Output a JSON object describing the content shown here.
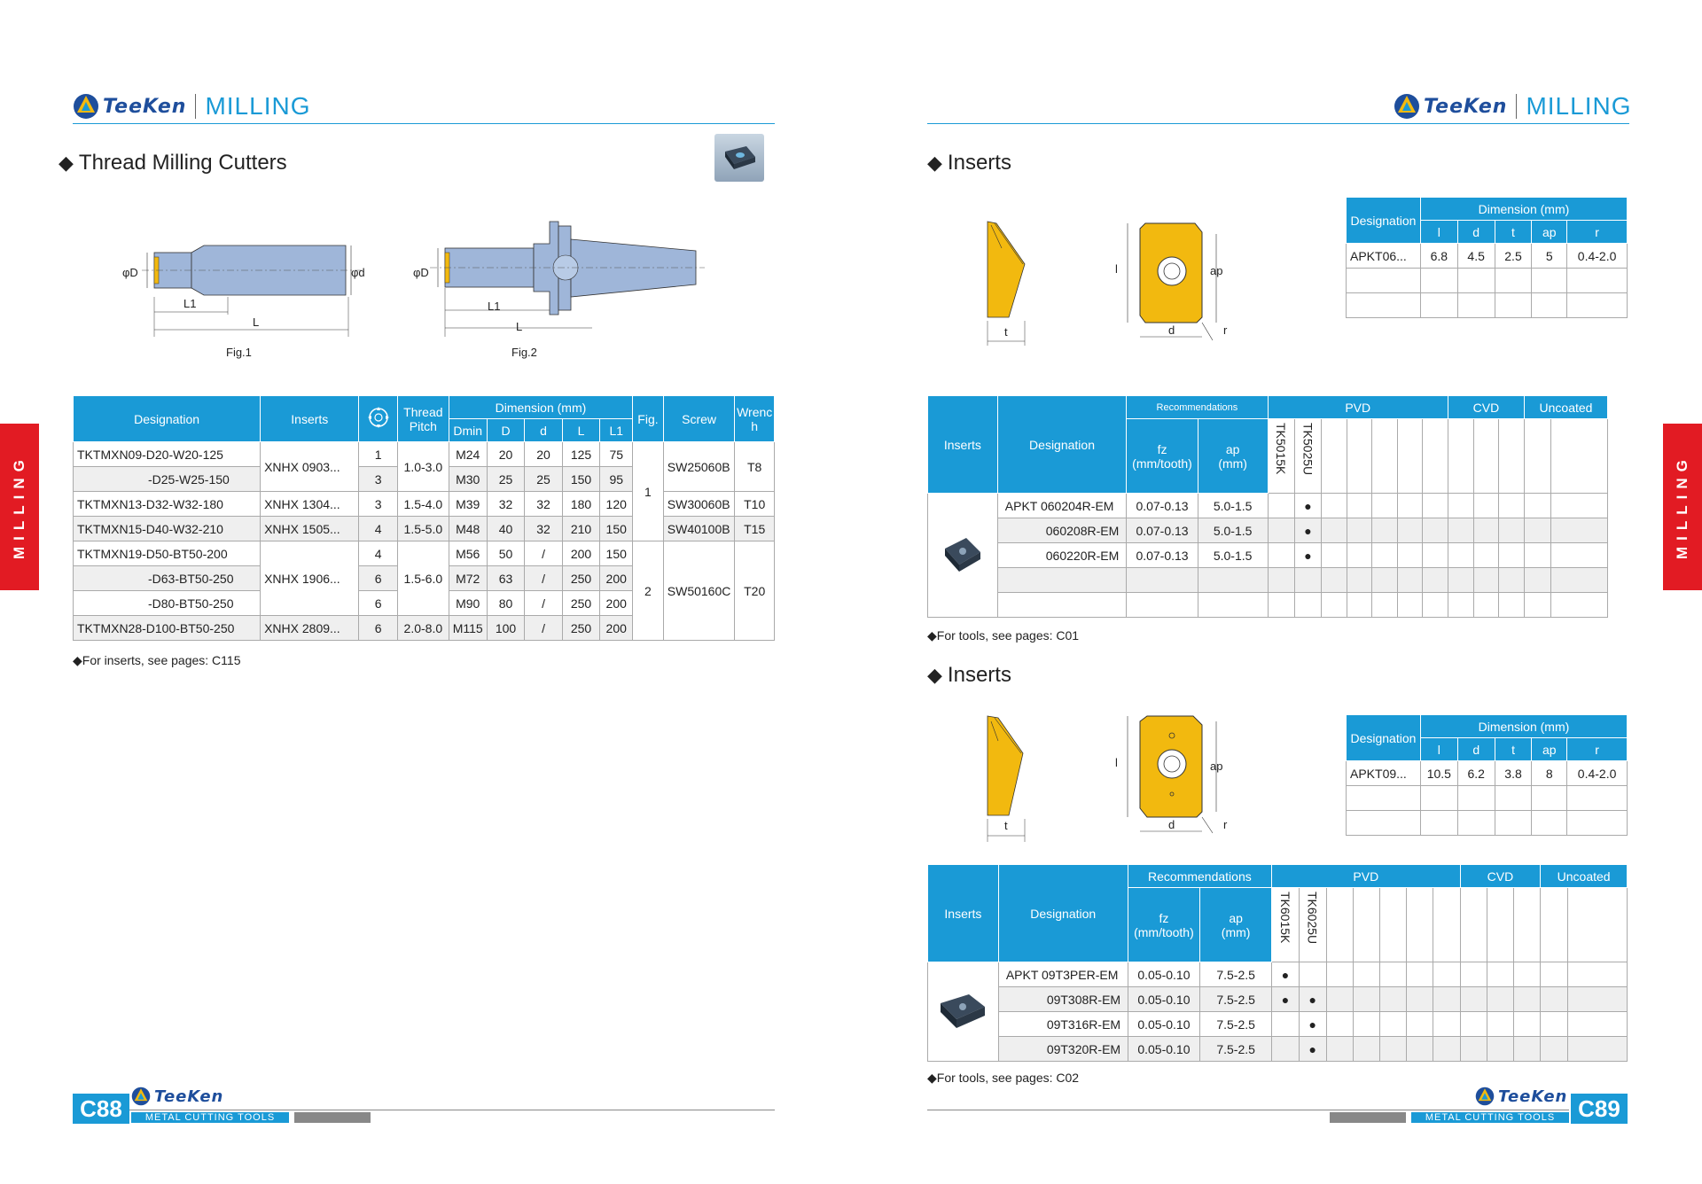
{
  "brand": {
    "name": "TeeKen",
    "category": "MILLING",
    "footer_label": "METAL CUTTING TOOLS"
  },
  "left": {
    "section_title": "Thread  Milling  Cutters",
    "fig1": {
      "caption": "Fig.1",
      "phiD": "φD",
      "phid": "φd",
      "L1": "L1",
      "L": "L"
    },
    "fig2": {
      "caption": "Fig.2",
      "phiD": "φD",
      "L1": "L1",
      "L": "L"
    },
    "table": {
      "headers": {
        "designation": "Designation",
        "inserts": "Inserts",
        "thread_pitch": "Thread Pitch",
        "dimension": "Dimension (mm)",
        "dmin": "Dmin",
        "D": "D",
        "d": "d",
        "L": "L",
        "L1": "L1",
        "fig": "Fig.",
        "screw": "Screw",
        "wrench": "Wrench"
      },
      "rows": [
        {
          "designation": "TKTMXN09-D20-W20-125",
          "inserts": "XNHX 0903...",
          "z": "1",
          "pitch": "1.0-3.0",
          "dmin": "M24",
          "D": "20",
          "d": "20",
          "L": "125",
          "L1": "75",
          "fig": "1",
          "screw": "SW25060B",
          "wrench": "T8"
        },
        {
          "designation": "-D25-W25-150",
          "z": "3",
          "dmin": "M30",
          "D": "25",
          "d": "25",
          "L": "150",
          "L1": "95"
        },
        {
          "designation": "TKTMXN13-D32-W32-180",
          "inserts": "XNHX 1304...",
          "z": "3",
          "pitch": "1.5-4.0",
          "dmin": "M39",
          "D": "32",
          "d": "32",
          "L": "180",
          "L1": "120",
          "screw": "SW30060B",
          "wrench": "T10"
        },
        {
          "designation": "TKTMXN15-D40-W32-210",
          "inserts": "XNHX 1505...",
          "z": "4",
          "pitch": "1.5-5.0",
          "dmin": "M48",
          "D": "40",
          "d": "32",
          "L": "210",
          "L1": "150",
          "screw": "SW40100B",
          "wrench": "T15"
        },
        {
          "designation": "TKTMXN19-D50-BT50-200",
          "inserts": "XNHX 1906...",
          "z": "4",
          "pitch": "1.5-6.0",
          "dmin": "M56",
          "D": "50",
          "d": "/",
          "L": "200",
          "L1": "150",
          "fig": "2",
          "screw": "SW50160C",
          "wrench": "T20"
        },
        {
          "designation": "-D63-BT50-250",
          "z": "6",
          "dmin": "M72",
          "D": "63",
          "d": "/",
          "L": "250",
          "L1": "200"
        },
        {
          "designation": "-D80-BT50-250",
          "z": "6",
          "dmin": "M90",
          "D": "80",
          "d": "/",
          "L": "250",
          "L1": "200"
        },
        {
          "designation": "TKTMXN28-D100-BT50-250",
          "inserts": "XNHX 2809...",
          "z": "6",
          "pitch": "2.0-8.0",
          "dmin": "M115",
          "D": "100",
          "d": "/",
          "L": "250",
          "L1": "200"
        }
      ]
    },
    "note": "◆For  inserts, see pages: C115",
    "page_code": "C88"
  },
  "right": {
    "section1_title": "Inserts",
    "section2_title": "Inserts",
    "dim_labels": {
      "l": "l",
      "ap": "ap",
      "t": "t",
      "d": "d",
      "r": "r"
    },
    "dim_table_headers": {
      "designation": "Designation",
      "dimension": "Dimension (mm)",
      "l": "l",
      "d": "d",
      "t": "t",
      "ap": "ap",
      "r": "r"
    },
    "dim1": {
      "designation": "APKT06...",
      "l": "6.8",
      "d": "4.5",
      "t": "2.5",
      "ap": "5",
      "r": "0.4-2.0"
    },
    "dim2": {
      "designation": "APKT09...",
      "l": "10.5",
      "d": "6.2",
      "t": "3.8",
      "ap": "8",
      "r": "0.4-2.0"
    },
    "rec_headers": {
      "inserts": "Inserts",
      "designation": "Designation",
      "recommendations": "Recommendations",
      "fz": "fz",
      "fz_unit": "(mm/tooth)",
      "ap": "ap",
      "ap_unit": "(mm)",
      "pvd": "PVD",
      "cvd": "CVD",
      "uncoated": "Uncoated"
    },
    "rec1": {
      "grades": [
        "TK5015K",
        "TK5025U"
      ],
      "rows": [
        {
          "prefix": "APKT",
          "designation": "060204R-EM",
          "fz": "0.07-0.13",
          "ap": "5.0-1.5",
          "marks": [
            "",
            "●"
          ]
        },
        {
          "prefix": "",
          "designation": "060208R-EM",
          "fz": "0.07-0.13",
          "ap": "5.0-1.5",
          "marks": [
            "",
            "●"
          ]
        },
        {
          "prefix": "",
          "designation": "060220R-EM",
          "fz": "0.07-0.13",
          "ap": "5.0-1.5",
          "marks": [
            "",
            "●"
          ]
        }
      ],
      "note": "◆For tools, see pages: C01"
    },
    "rec2": {
      "grades": [
        "TK6015K",
        "TK6025U"
      ],
      "rows": [
        {
          "prefix": "APKT",
          "designation": "09T3PER-EM",
          "fz": "0.05-0.10",
          "ap": "7.5-2.5",
          "marks": [
            "●",
            ""
          ]
        },
        {
          "prefix": "",
          "designation": "09T308R-EM",
          "fz": "0.05-0.10",
          "ap": "7.5-2.5",
          "marks": [
            "●",
            "●"
          ]
        },
        {
          "prefix": "",
          "designation": "09T316R-EM",
          "fz": "0.05-0.10",
          "ap": "7.5-2.5",
          "marks": [
            "",
            "●"
          ]
        },
        {
          "prefix": "",
          "designation": "09T320R-EM",
          "fz": "0.05-0.10",
          "ap": "7.5-2.5",
          "marks": [
            "",
            "●"
          ]
        }
      ],
      "note": "◆For tools, see pages: C02"
    },
    "page_code": "C89"
  },
  "side_tab": "MILLING",
  "colors": {
    "accent": "#1a9ad6",
    "brand_red": "#e21b23",
    "insert_gold": "#f2b90f",
    "tool_body": "#9fb6d9"
  }
}
